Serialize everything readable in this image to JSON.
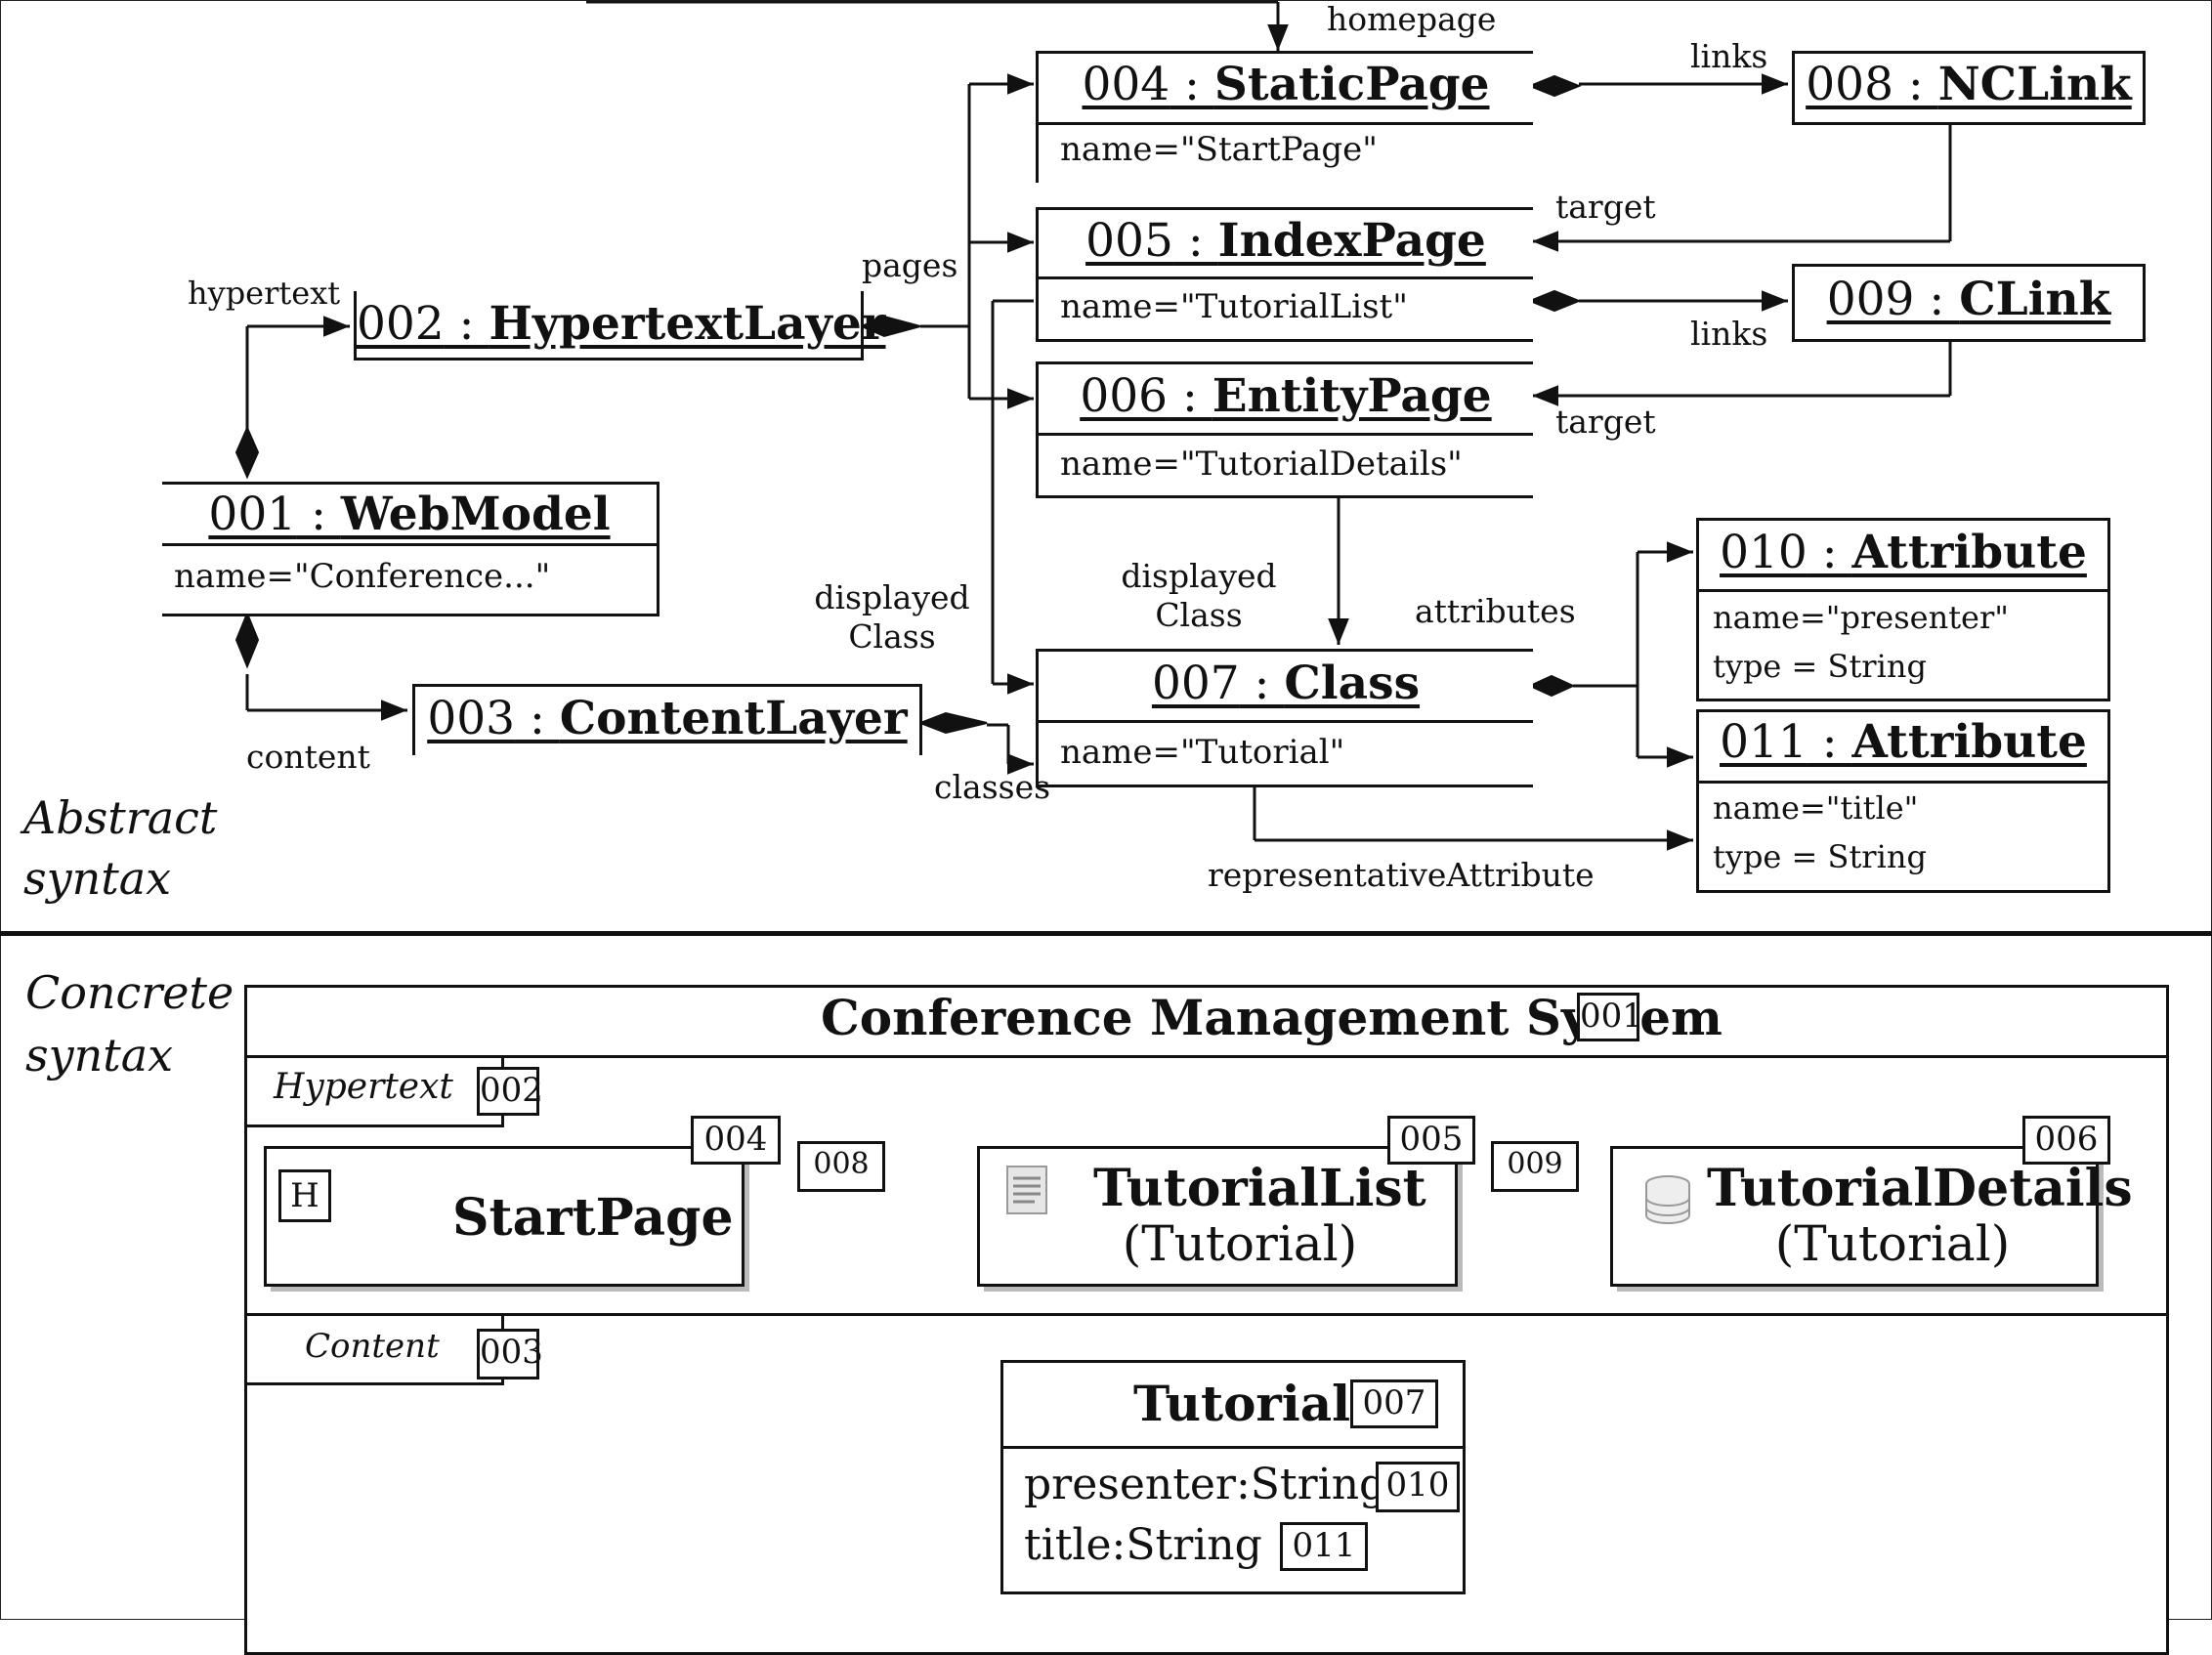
{
  "abstract": {
    "section_label": [
      "Abstract",
      "syntax"
    ],
    "objects": {
      "web_model": {
        "id": "001",
        "type": "WebModel",
        "attr": "name=\"Conference...\""
      },
      "hypertext_layer": {
        "id": "002",
        "type": "HypertextLayer"
      },
      "content_layer": {
        "id": "003",
        "type": "ContentLayer"
      },
      "static_page": {
        "id": "004",
        "type": "StaticPage",
        "attr": "name=\"StartPage\""
      },
      "index_page": {
        "id": "005",
        "type": "IndexPage",
        "attr": "name=\"TutorialList\""
      },
      "entity_page": {
        "id": "006",
        "type": "EntityPage",
        "attr": "name=\"TutorialDetails\""
      },
      "class_007": {
        "id": "007",
        "type": "Class",
        "attr": "name=\"Tutorial\""
      },
      "nc_link": {
        "id": "008",
        "type": "NCLink"
      },
      "c_link": {
        "id": "009",
        "type": "CLink"
      },
      "attribute_010": {
        "id": "010",
        "type": "Attribute",
        "attr1": "name=\"presenter\"",
        "attr2": "type = String"
      },
      "attribute_011": {
        "id": "011",
        "type": "Attribute",
        "attr1": "name=\"title\"",
        "attr2": "type = String"
      }
    },
    "edge_labels": {
      "homepage": "homepage",
      "hypertext": "hypertext",
      "pages": "pages",
      "content": "content",
      "displayed_class_left": [
        "displayed",
        "Class"
      ],
      "displayed_class_mid": [
        "displayed",
        "Class"
      ],
      "classes": "classes",
      "links_top": "links",
      "target_top": "target",
      "links_mid": "links",
      "target_mid": "target",
      "attributes": "attributes",
      "representative_attribute": "representativeAttribute"
    }
  },
  "concrete": {
    "section_label": [
      "Concrete",
      "syntax"
    ],
    "system_title": "Conference Management System",
    "system_id": "001",
    "hypertext_label": "Hypertext",
    "hypertext_id": "002",
    "content_label": "Content",
    "content_id": "003",
    "start_page": {
      "id": "004",
      "marker": "H",
      "name": "StartPage"
    },
    "tutorial_list": {
      "id": "005",
      "name": "TutorialList",
      "sub": "(Tutorial)",
      "icon": "index-page-icon"
    },
    "tutorial_details": {
      "id": "006",
      "name": "TutorialDetails",
      "sub": "(Tutorial)",
      "icon": "database-icon"
    },
    "link_008": "008",
    "link_009": "009",
    "class_box": {
      "name": "Tutorial",
      "id": "007",
      "attr1": "presenter:String",
      "attr1_id": "010",
      "attr2": "title:String",
      "attr2_id": "011"
    }
  }
}
